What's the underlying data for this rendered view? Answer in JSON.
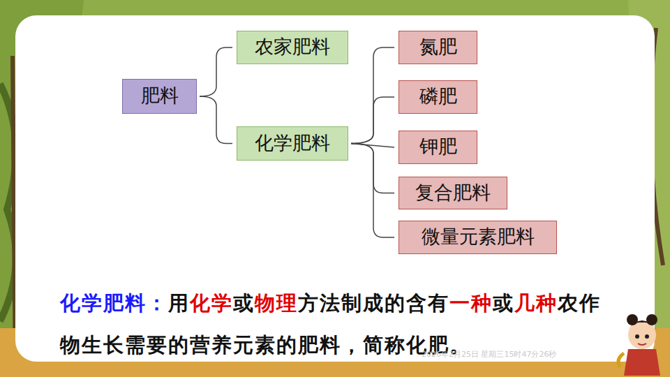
{
  "diagram": {
    "nodes": [
      {
        "text": [
          "肥料"
        ]
      },
      {
        "text": [
          "农家肥料"
        ]
      },
      {
        "text": [
          "化学肥料"
        ]
      },
      {
        "text": [
          "氮肥"
        ]
      },
      {
        "text": [
          "磷肥"
        ]
      },
      {
        "text": [
          "钾肥"
        ]
      },
      {
        "text": [
          "复合肥料"
        ]
      },
      {
        "text": [
          "微量元素肥料"
        ]
      }
    ],
    "edges": [
      {
        "from": 0,
        "to": 1,
        "arrow": "none"
      },
      {
        "from": 0,
        "to": 2,
        "arrow": "none"
      },
      {
        "from": 2,
        "to": 3,
        "arrow": "none"
      },
      {
        "from": 2,
        "to": 4,
        "arrow": "none"
      },
      {
        "from": 2,
        "to": 5,
        "arrow": "none"
      },
      {
        "from": 2,
        "to": 6,
        "arrow": "none"
      },
      {
        "from": 2,
        "to": 7,
        "arrow": "none"
      }
    ],
    "labels": [
      "化学肥料：",
      "用",
      "化学",
      "或",
      "物理",
      "方法制成的含有",
      "一种",
      "或",
      "几种",
      "农作物生长需要的营养元素的肥料，简称化肥。",
      "2026年2月25日 星期三15时47分26秒"
    ]
  }
}
